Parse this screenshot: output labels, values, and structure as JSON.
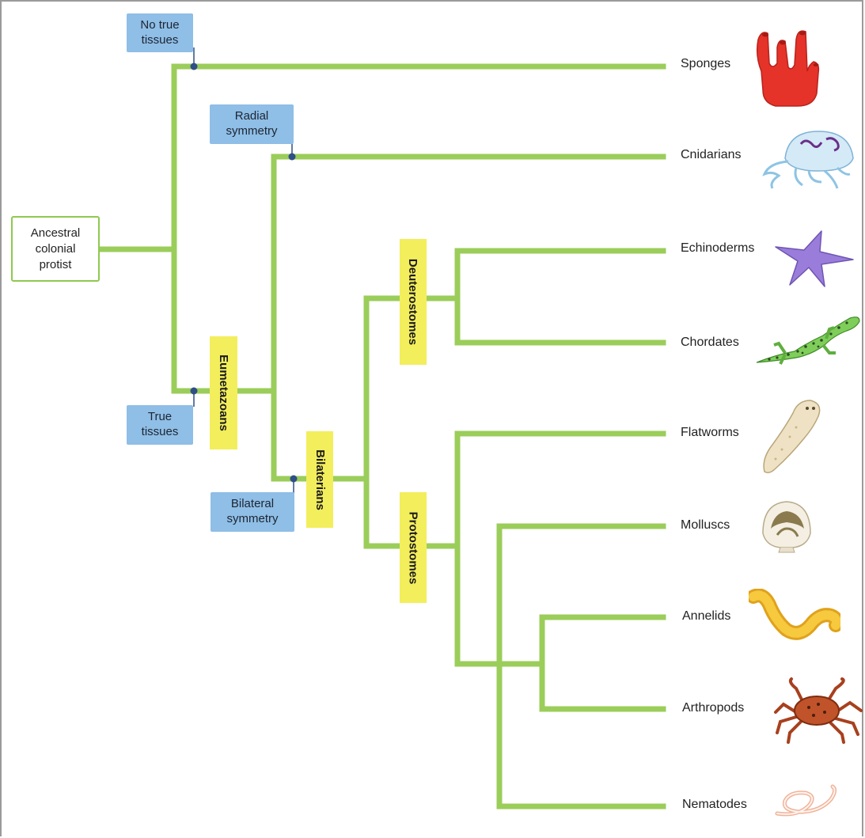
{
  "root": {
    "line1": "Ancestral",
    "line2": "colonial",
    "line3": "protist"
  },
  "traits": {
    "no_true_tissues": {
      "line1": "No true",
      "line2": "tissues"
    },
    "true_tissues": {
      "line1": "True",
      "line2": "tissues"
    },
    "radial_symmetry": {
      "line1": "Radial",
      "line2": "symmetry"
    },
    "bilateral_symmetry": {
      "line1": "Bilateral",
      "line2": "symmetry"
    }
  },
  "clades": {
    "eumetazoans": "Eumetazoans",
    "bilaterians": "Bilaterians",
    "deuterostomes": "Deuterostomes",
    "protostomes": "Protostomes"
  },
  "taxa": [
    {
      "label": "Sponges",
      "icon": "sponge-icon"
    },
    {
      "label": "Cnidarians",
      "icon": "jellyfish-icon"
    },
    {
      "label": "Echinoderms",
      "icon": "starfish-icon"
    },
    {
      "label": "Chordates",
      "icon": "salamander-icon"
    },
    {
      "label": "Flatworms",
      "icon": "flatworm-icon"
    },
    {
      "label": "Molluscs",
      "icon": "scallop-shell-icon"
    },
    {
      "label": "Annelids",
      "icon": "segmented-worm-icon"
    },
    {
      "label": "Arthropods",
      "icon": "crab-icon"
    },
    {
      "label": "Nematodes",
      "icon": "roundworm-icon"
    }
  ],
  "colors": {
    "branch": "#9bcd5a",
    "trait_box": "#8fbee6",
    "clade_box": "#f3ee5c",
    "node_dot": "#2f4f86"
  }
}
